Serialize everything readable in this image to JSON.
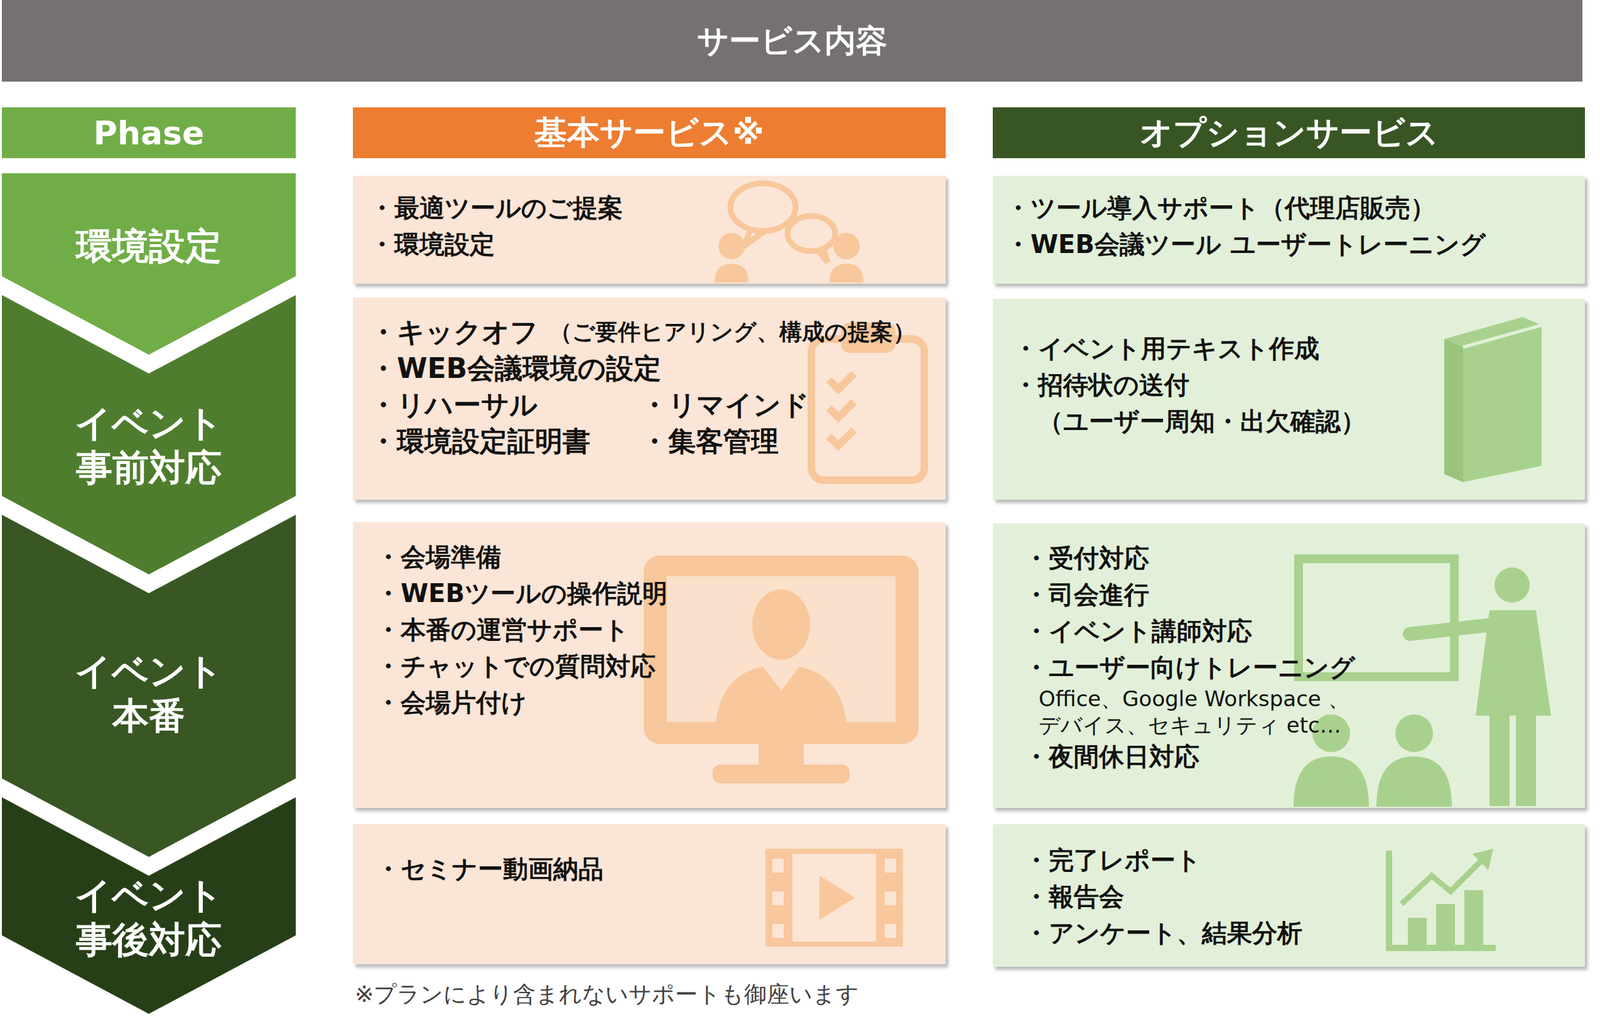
{
  "diagram": {
    "title": "サービス内容",
    "nodes": [
      {
        "text": [
          "Phase"
        ]
      },
      {
        "text": [
          "基本サービス※"
        ]
      },
      {
        "text": [
          "オプションサービス"
        ]
      },
      {
        "text": [
          "環境設定"
        ]
      },
      {
        "text": [
          "・最適ツールのご提案",
          "・環境設定"
        ]
      },
      {
        "text": [
          "・ツール導入サポート（代理店販売）",
          "・WEB会議ツール ユーザートレーニング"
        ]
      },
      {
        "text": [
          "イベント 事前対応"
        ]
      },
      {
        "text": [
          "・キックオフ",
          "（ご要件ヒアリング、構成の提案）",
          "・WEB会議環境の設定",
          "・リハーサル",
          "・リマインド",
          "・環境設定証明書",
          "・集客管理"
        ]
      },
      {
        "text": [
          "・イベント用テキスト作成",
          "・招待状の送付",
          "（ユーザー周知・出欠確認）"
        ]
      },
      {
        "text": [
          "イベント 本番"
        ]
      },
      {
        "text": [
          "・会場準備",
          "・WEBツールの操作説明",
          "・本番の運営サポート",
          "・チャットでの質問対応",
          "・会場片付け"
        ]
      },
      {
        "text": [
          "・受付対応",
          "・司会進行",
          "・イベント講師対応",
          "・ユーザー向けトレーニング",
          "Office、Google Workspace 、 デバイス、セキュリティ etc…",
          "・夜間休日対応"
        ]
      },
      {
        "text": [
          "イベント 事後対応"
        ]
      },
      {
        "text": [
          "・セミナー動画納品"
        ]
      },
      {
        "text": [
          "・完了レポート",
          "・報告会",
          "・アンケート、結果分析"
        ]
      }
    ],
    "labels": [
      "※プランにより含まれないサポートも御座います"
    ]
  }
}
